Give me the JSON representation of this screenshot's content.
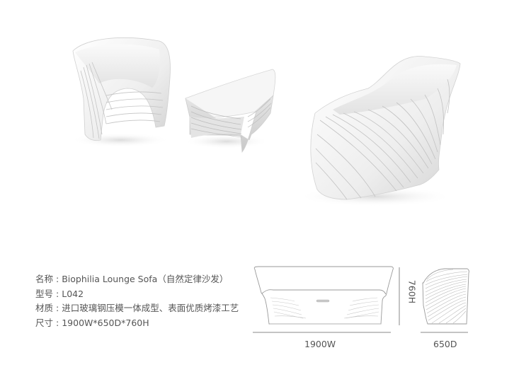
{
  "product": {
    "specs": [
      {
        "label": "名称",
        "value": "Biophilia Lounge Sofa（自然定律沙发）"
      },
      {
        "label": "型号",
        "value": "L042"
      },
      {
        "label": "材质",
        "value": "进口玻璃钢压模一体成型、表面优质烤漆工艺"
      },
      {
        "label": "尺寸",
        "value": "1900W*650D*760H"
      }
    ],
    "separator": ":"
  },
  "drawings": {
    "width_label": "1900W",
    "depth_label": "650D",
    "height_label": "760H"
  },
  "photo": {
    "items": [
      "lounge-chair",
      "coffee-table",
      "lounge-sofa"
    ]
  },
  "colors": {
    "text": "#555555",
    "line": "#8a8a8a",
    "furniture": "#f4f4f4",
    "background": "#ffffff"
  }
}
